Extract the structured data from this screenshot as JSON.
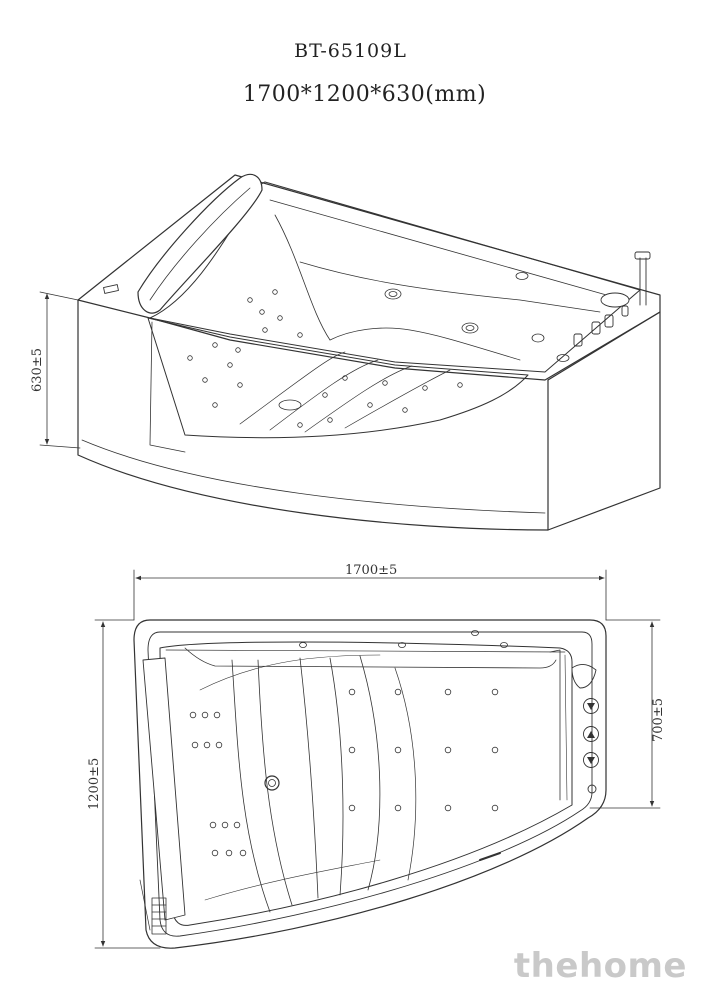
{
  "model_code": "BT-65109L",
  "overall_dimensions": "1700*1200*630(mm)",
  "dimension_labels": {
    "height": "630±5",
    "length": "1700±5",
    "width": "1200±5",
    "control_side_width": "700±5"
  },
  "watermark": "thehome",
  "colors": {
    "line": "#333333",
    "background": "#ffffff",
    "watermark": "#c9c9c9"
  }
}
